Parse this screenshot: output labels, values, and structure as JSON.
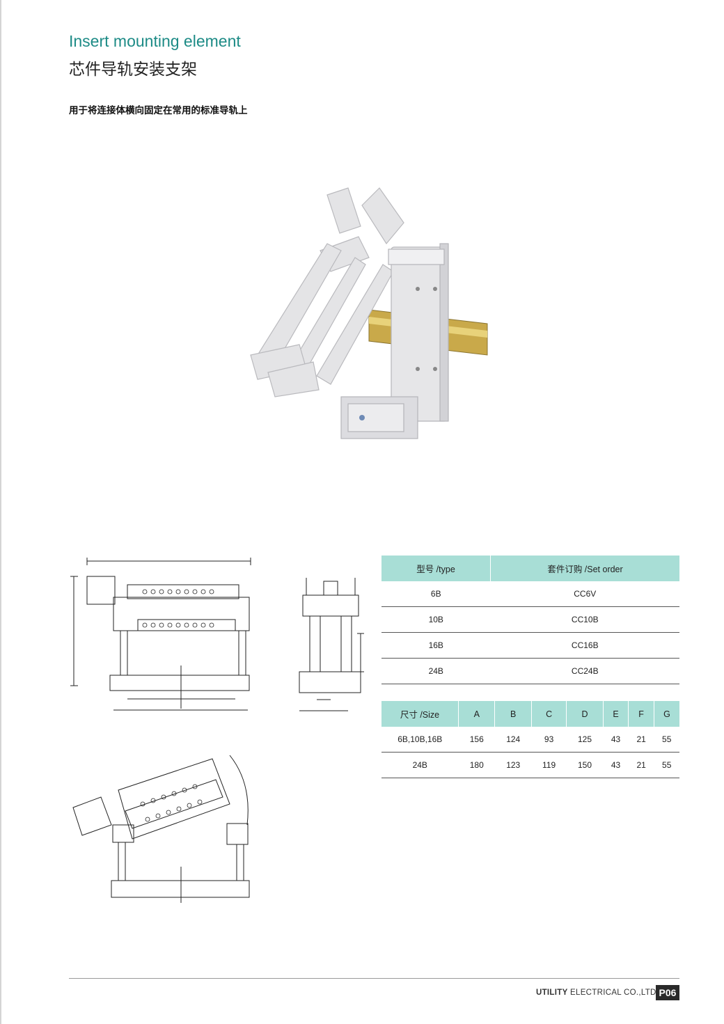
{
  "header": {
    "title_en": "Insert mounting element",
    "title_cn": "芯件导轨安装支架",
    "subtitle": "用于将连接体横向固定在常用的标准导轨上"
  },
  "order_table": {
    "headers": [
      "型号 /type",
      "套件订购 /Set order"
    ],
    "rows": [
      [
        "6B",
        "CC6V"
      ],
      [
        "10B",
        "CC10B"
      ],
      [
        "16B",
        "CC16B"
      ],
      [
        "24B",
        "CC24B"
      ]
    ]
  },
  "size_table": {
    "headers": [
      "尺寸 /Size",
      "A",
      "B",
      "C",
      "D",
      "E",
      "F",
      "G"
    ],
    "rows": [
      [
        "6B,10B,16B",
        "156",
        "124",
        "93",
        "125",
        "43",
        "21",
        "55"
      ],
      [
        "24B",
        "180",
        "123",
        "119",
        "150",
        "43",
        "21",
        "55"
      ]
    ]
  },
  "footer": {
    "company_bold": "UTILITY",
    "company_rest": " ELECTRICAL CO.,LTD.",
    "page": "P06"
  }
}
